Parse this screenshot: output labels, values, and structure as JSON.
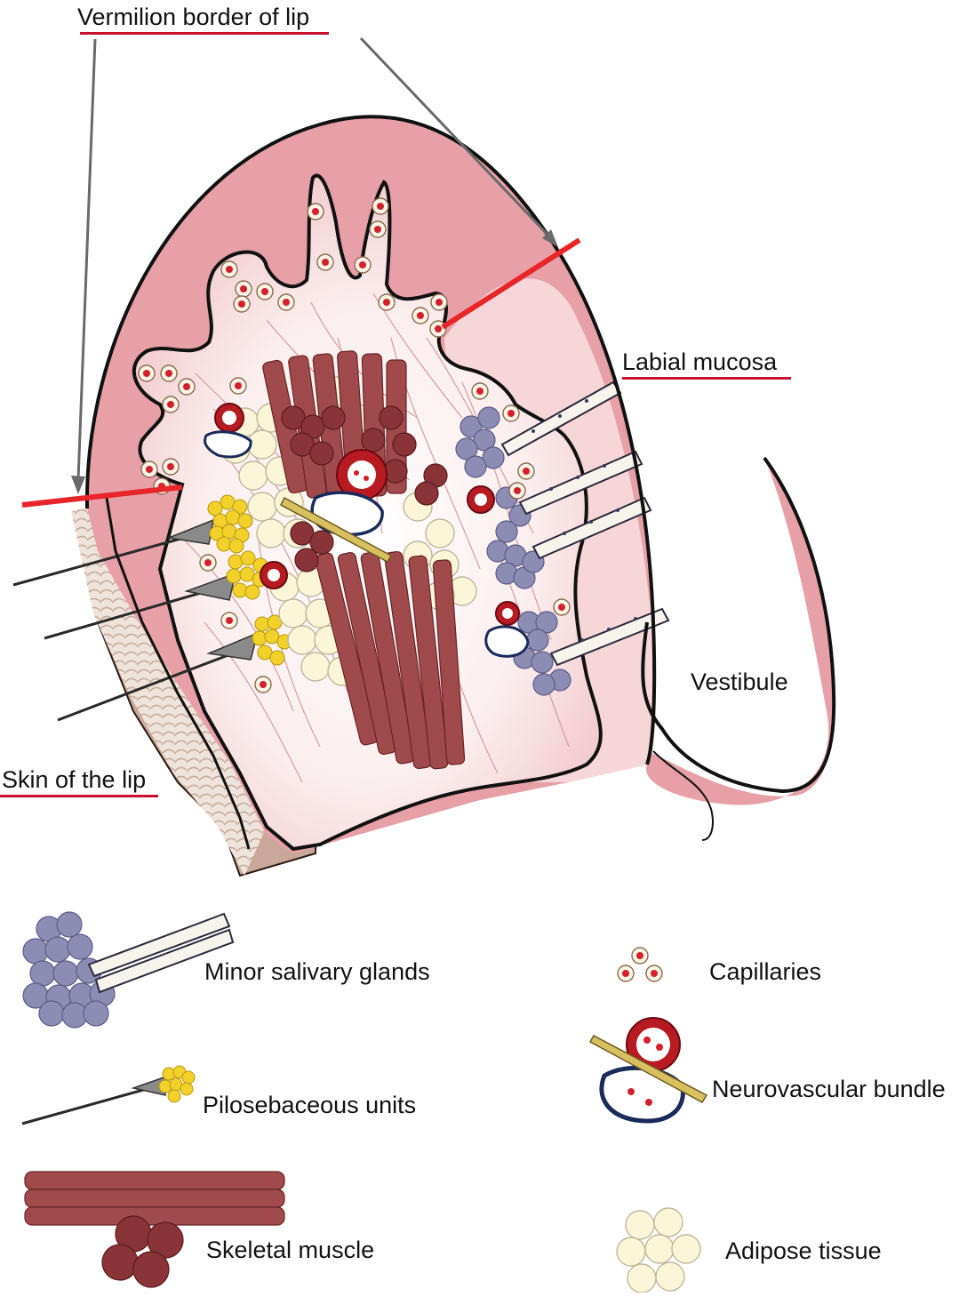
{
  "labels": {
    "vermilion": "Vermilion border of lip",
    "labial_mucosa": "Labial mucosa",
    "vestibule": "Vestibule",
    "skin": "Skin of the lip"
  },
  "legend": {
    "minor_salivary_glands": "Minor salivary glands",
    "pilosebaceous_units": "Pilosebaceous units",
    "skeletal_muscle": "Skeletal muscle",
    "capillaries": "Capillaries",
    "neurovascular_bundle": "Neurovascular bundle",
    "adipose_tissue": "Adipose tissue"
  },
  "colors": {
    "vermilion": "#e8a0a8",
    "mucosa": "#f6d6d8",
    "skin": "#c9a899",
    "muscle": "#a04a4c",
    "gland": "#8c8cb4",
    "sebaceous": "#f2d22a",
    "adipose": "#fbf6d8",
    "vessel": "#b81a22",
    "nerve": "#d8c060",
    "marker": "#e8262a",
    "underline": "#c8102e"
  }
}
